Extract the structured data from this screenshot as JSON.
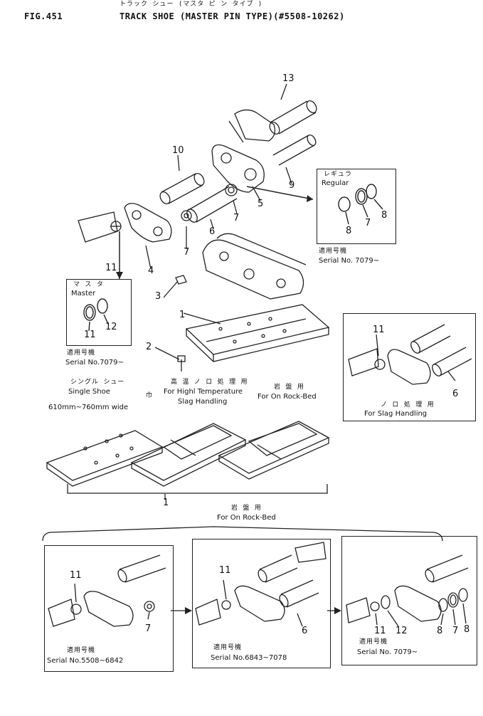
{
  "header": {
    "fig": "FIG.451",
    "kana_title": "トラック シュー (マスタ ピ ン タイプ )",
    "title": "TRACK SHOE (MASTER PIN TYPE)(#5508-10262)"
  },
  "callouts": {
    "n13": "13",
    "n10": "10",
    "n9": "9",
    "n5": "5",
    "n7a": "7",
    "n6a": "6",
    "n7b": "7",
    "n4": "4",
    "n11a": "11",
    "n3": "3",
    "n1a": "1",
    "n2": "2",
    "n1b": "1"
  },
  "regular_box": {
    "kana": "レギュラ",
    "label": "Regular",
    "n8a": "8",
    "n7": "7",
    "n8b": "8",
    "serial_kana": "適用号機",
    "serial": "Serial No. 7079~"
  },
  "master_box": {
    "kana": "マ ス タ",
    "label": "Master",
    "n11": "11",
    "n12": "12",
    "serial_kana": "適用号機",
    "serial": "Serial No.7079~"
  },
  "slag_box": {
    "n11": "11",
    "n6": "6",
    "kana": "ノ ロ 処 理 用",
    "label": "For Slag Handling"
  },
  "shoe_labels": {
    "single_kana": "シングル シュー",
    "single": "Single Shoe",
    "width_kana": "巾",
    "width": "610mm~760mm wide",
    "hightemp_kana": "高 温 ノ ロ 処 理 用",
    "hightemp1": "For Highl Temperature",
    "hightemp2": "Slag Handling",
    "rock_kana": "岩 盤 用",
    "rock": "For On Rock-Bed"
  },
  "bottom": {
    "rock_kana": "岩 盤 用",
    "rock": "For On Rock-Bed",
    "panel1": {
      "n11": "11",
      "n7": "7",
      "serial_kana": "適用号機",
      "serial": "Serial No.5508~6842"
    },
    "panel2": {
      "n11": "11",
      "n6": "6",
      "serial_kana": "適用号機",
      "serial": "Serial No.6843~7078"
    },
    "panel3": {
      "n11": "11",
      "n12": "12",
      "n8": "8",
      "n7": "7",
      "n8b": "8",
      "serial_kana": "適用号機",
      "serial": "Serial No. 7079~"
    }
  }
}
